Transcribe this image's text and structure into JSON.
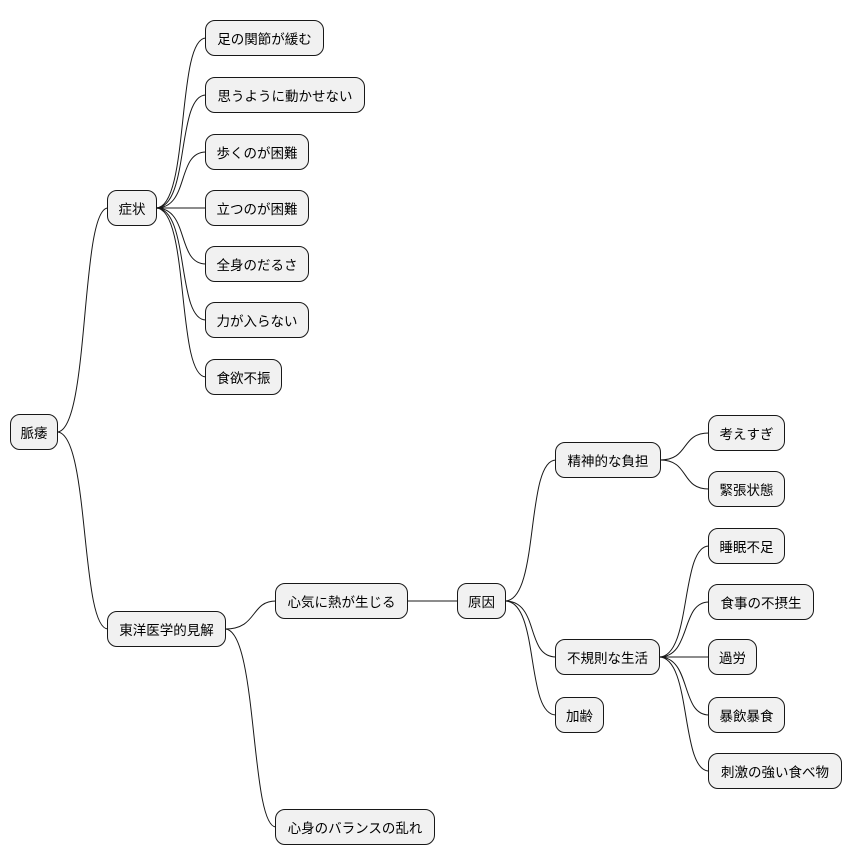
{
  "mindmap": {
    "root": "脈痿",
    "branches": {
      "symptoms": {
        "label": "症状",
        "items": [
          "足の関節が緩む",
          "思うように動かせない",
          "歩くのが困難",
          "立つのが困難",
          "全身のだるさ",
          "力が入らない",
          "食欲不振"
        ]
      },
      "eastern": {
        "label": "東洋医学的見解",
        "heat": "心気に熱が生じる",
        "cause": "原因",
        "mental": {
          "label": "精神的な負担",
          "items": [
            "考えすぎ",
            "緊張状態"
          ]
        },
        "lifestyle": {
          "label": "不規則な生活",
          "items": [
            "睡眠不足",
            "食事の不摂生",
            "過労",
            "暴飲暴食",
            "刺激の強い食べ物"
          ]
        },
        "aging": "加齢",
        "balance": "心身のバランスの乱れ"
      }
    }
  }
}
